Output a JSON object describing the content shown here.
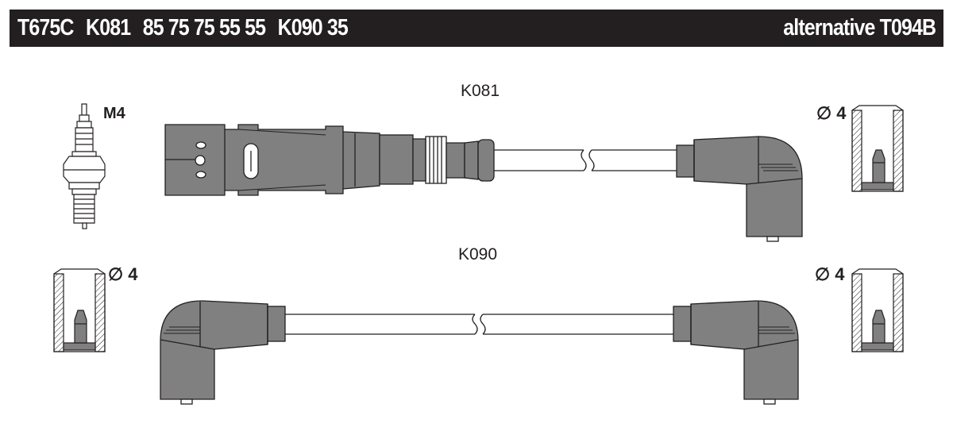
{
  "header": {
    "part_number": "T675C",
    "codes": [
      "K081",
      "85 75 75 55 55",
      "K090 35"
    ],
    "alternative": "alternative T094B"
  },
  "labels": {
    "plug_thread": "M4",
    "cable_top": "K081",
    "cable_bottom": "K090",
    "dia_top_right": "∅ 4",
    "dia_left": "∅ 4",
    "dia_bottom_right": "∅ 4"
  },
  "colors": {
    "header_bg": "#231f20",
    "connector_fill": "#808080",
    "outline": "#231f20"
  }
}
